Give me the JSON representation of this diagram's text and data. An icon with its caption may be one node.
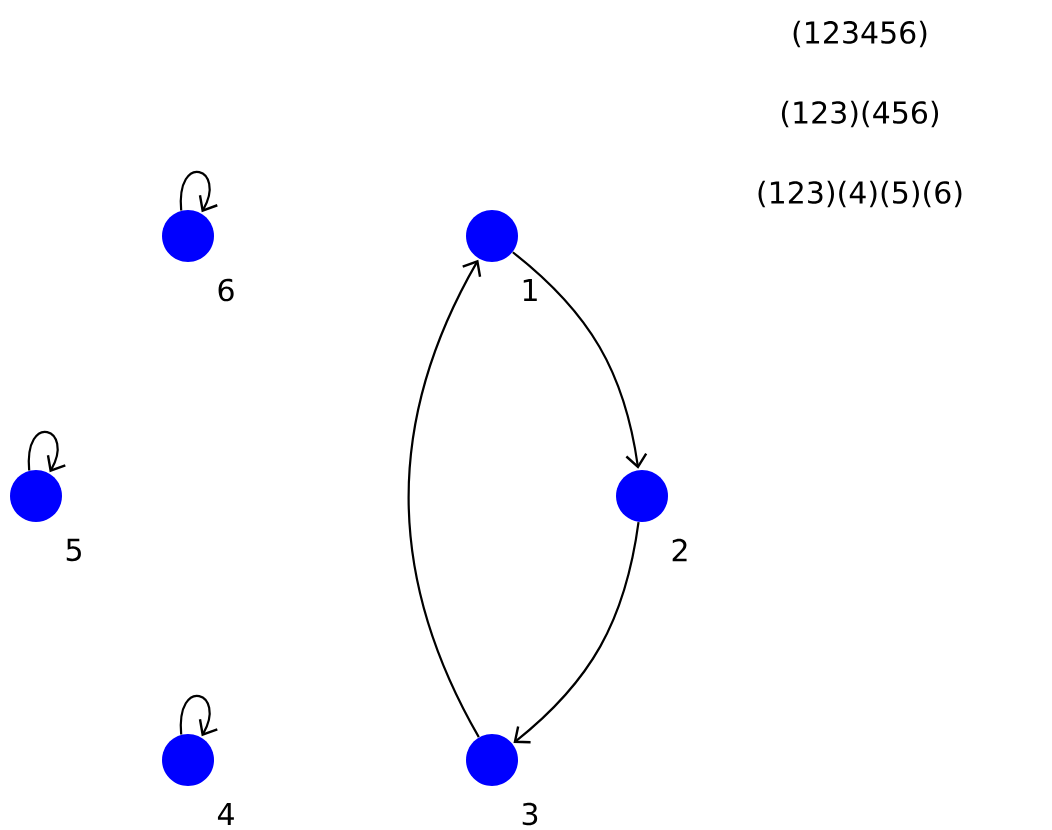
{
  "diagram": {
    "nodes": [
      {
        "text": [],
        "shape": "circle",
        "beside": [
          "1"
        ]
      },
      {
        "text": [],
        "shape": "circle",
        "beside": [
          "2"
        ]
      },
      {
        "text": [],
        "shape": "circle",
        "beside": [
          "3"
        ]
      },
      {
        "text": [],
        "shape": "circle",
        "beside": [
          "4"
        ]
      },
      {
        "text": [],
        "shape": "circle",
        "beside": [
          "5"
        ]
      },
      {
        "text": [],
        "shape": "circle",
        "beside": [
          "6"
        ]
      }
    ],
    "edges": [
      {
        "from": 0,
        "to": 1,
        "arrow": "to"
      },
      {
        "from": 1,
        "to": 2,
        "arrow": "to"
      },
      {
        "from": 2,
        "to": 0,
        "arrow": "to"
      },
      {
        "from": 3,
        "to": 3,
        "arrow": "to"
      },
      {
        "from": 4,
        "to": 4,
        "arrow": "to"
      },
      {
        "from": 5,
        "to": 5,
        "arrow": "to"
      }
    ],
    "labels": [
      "(123456)",
      "(123)(456)",
      "(123)(4)(5)(6)"
    ]
  }
}
